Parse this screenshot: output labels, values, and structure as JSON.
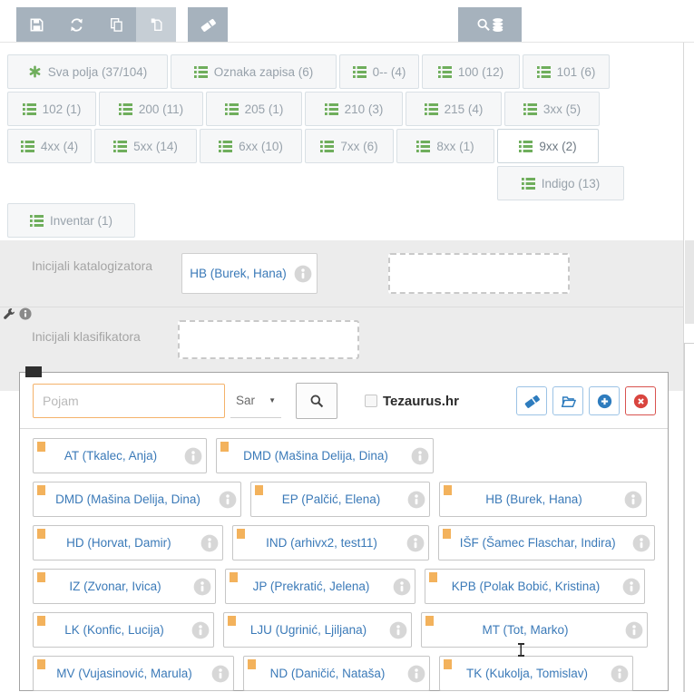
{
  "colors": {
    "green": "#6fae5c",
    "blue": "#3b7ab8",
    "orange": "#f3b25c",
    "red": "#d9453f",
    "toolbar_gray": "#a6b2bd",
    "input_border_orange": "#f4b26a"
  },
  "toolbar": {
    "icons": [
      "save-icon",
      "refresh-icon",
      "copy-icon",
      "page-icon",
      "eraser-icon",
      "search-database-icon"
    ]
  },
  "tabs": {
    "row1": [
      "Sva polja (37/104)",
      "Oznaka zapisa (6)",
      "0-- (4)",
      "100 (12)",
      "101 (6)"
    ],
    "row2": [
      "102 (1)",
      "200 (11)",
      "205 (1)",
      "210 (3)",
      "215 (4)",
      "3xx (5)"
    ],
    "row3": [
      "4xx (4)",
      "5xx (14)",
      "6xx (10)",
      "7xx (6)",
      "8xx (1)",
      "9xx (2)"
    ],
    "selected_tab": "9xx (2)",
    "sub_tab": "Indigo (13)",
    "inventar_tab": "Inventar (1)"
  },
  "form": {
    "cataloger_label": "Inicijali katalogizatora",
    "cataloger_value": "HB (Burek, Hana)",
    "classifier_label": "Inicijali klasifikatora",
    "icons": [
      "wrench-icon",
      "info-icon"
    ]
  },
  "popup": {
    "search_placeholder": "Pojam",
    "select_value": "Sar",
    "checkbox_label": "Tezaurus.hr",
    "checkbox_checked": false,
    "action_icons": [
      "eraser-icon",
      "open-folder-icon",
      "add-icon",
      "close-icon"
    ],
    "people": [
      [
        "AT (Tkalec, Anja)",
        "DMD (Mašina Delija, Dina)"
      ],
      [
        "DMD (Mašina Delija, Dina)",
        "EP (Palčić, Elena)",
        "HB (Burek, Hana)"
      ],
      [
        "HD (Horvat, Damir)",
        "IND (arhivx2, test11)",
        "IŠF (Šamec Flaschar, Indira)"
      ],
      [
        "IZ (Zvonar, Ivica)",
        "JP (Prekratić, Jelena)",
        "KPB (Polak Bobić, Kristina)"
      ],
      [
        "LK (Konfic, Lucija)",
        "LJU (Ugrinić, Ljiljana)",
        "MT (Tot, Marko)"
      ],
      [
        "MV (Vujasinović, Marula)",
        "ND (Daničić, Nataša)",
        "TK (Kukolja, Tomislav)"
      ]
    ]
  }
}
